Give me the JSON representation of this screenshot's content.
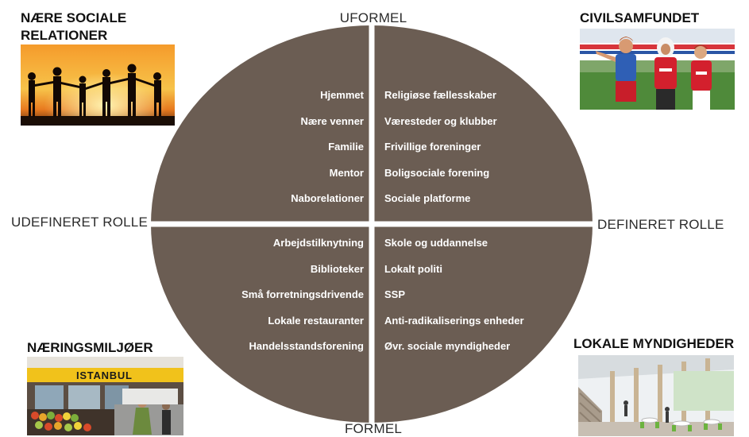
{
  "axes": {
    "top": "UFORMEL",
    "bottom": "FORMEL",
    "left": "UDEFINERET ROLLE",
    "right": "DEFINERET ROLLE"
  },
  "corners": {
    "top_left": "NÆRE SOCIALE RELATIONER",
    "top_right": "CIVILSAMFUNDET",
    "bottom_left": "NÆRINGSMILJØER",
    "bottom_right": "LOKALE MYNDIGHEDER"
  },
  "quadrants": {
    "top_left": [
      "Hjemmet",
      "Nære venner",
      "Familie",
      "Mentor",
      "Naborelationer"
    ],
    "top_right": [
      "Religiøse fællesskaber",
      "Væresteder og klubber",
      "Frivillige foreninger",
      "Boligsociale forening",
      "Sociale platforme"
    ],
    "bottom_left": [
      "Arbejdstilknytning",
      "Biblioteker",
      "Små forretningsdrivende",
      "Lokale restauranter",
      "Handelsstandsforening"
    ],
    "bottom_right": [
      "Skole og uddannelse",
      "Lokalt politi",
      "SSP",
      "Anti-radikaliserings enheder",
      "Øvr. sociale myndigheder"
    ]
  },
  "photo_texts": {
    "shop_sign": "ISTANBUL"
  },
  "colors": {
    "ellipse": "#6b5d53",
    "divider": "#ffffff"
  }
}
